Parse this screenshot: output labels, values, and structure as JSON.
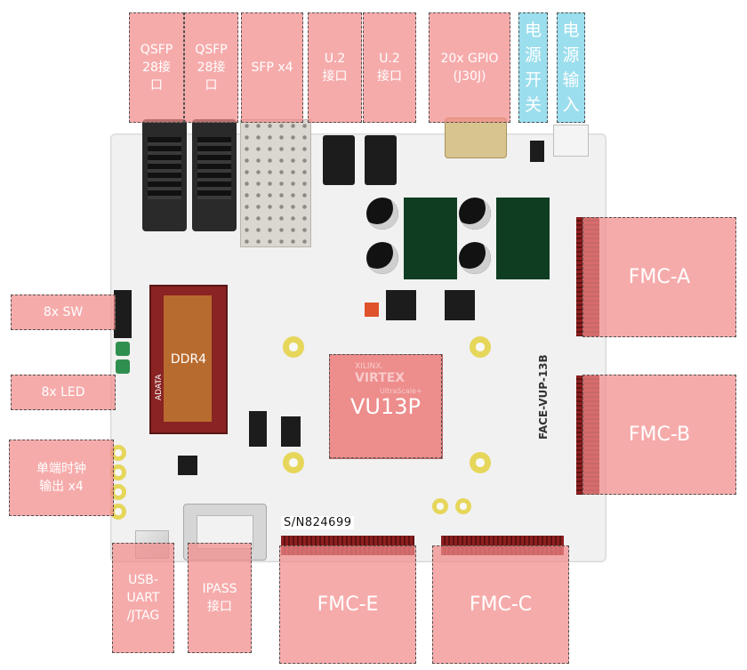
{
  "labels": {
    "qsfp_1": "QSFP\n28接\n口",
    "qsfp_2": "QSFP\n28接\n口",
    "sfp": "SFP x4",
    "u2_1": "U.2\n接口",
    "u2_2": "U.2\n接口",
    "gpio": "20x GPIO\n(J30J)",
    "power_switch": "电\n源\n开\n关",
    "power_input": "电\n源\n输\n入",
    "fmc_a": "FMC-A",
    "fmc_b": "FMC-B",
    "fmc_c": "FMC-C",
    "fmc_e": "FMC-E",
    "sw": "8x SW",
    "led": "8x LED",
    "clk_out": "单端时钟\n输出 x4",
    "usb_uart": "USB-\nUART\n/JTAG",
    "ipass": "IPASS\n接口",
    "ddr4": "DDR4",
    "vu13p": "VU13P"
  },
  "board": {
    "serial": "S/N824699",
    "model": "FACE-VUP-13B",
    "chip_brand": "XILINX.",
    "chip_family": "VIRTEX",
    "chip_sub": "UltraScale+",
    "ram_brand": "ADATA"
  },
  "colors": {
    "label_fill": "#f28a8a",
    "label_blue": "#96dcec",
    "label_border": "#505050",
    "chip_fill": "#e9918e",
    "fmc_connector": "#8c1f1f",
    "ram_pcb": "#8a2323"
  }
}
